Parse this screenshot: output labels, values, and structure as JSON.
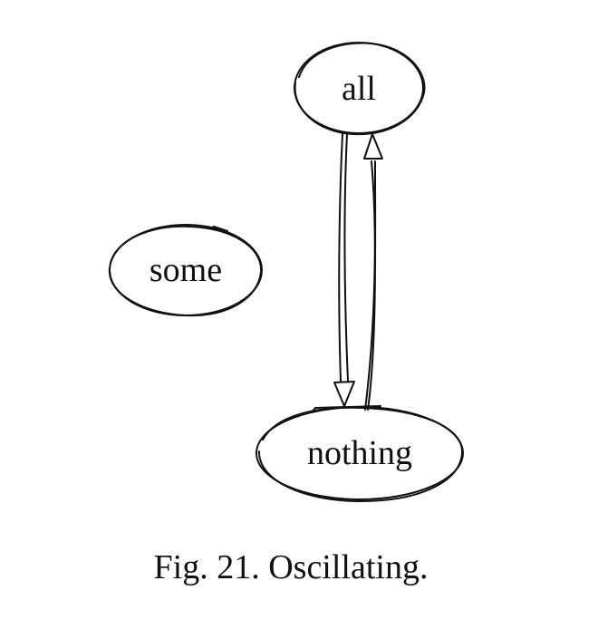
{
  "diagram": {
    "nodes": {
      "all": {
        "label": "all"
      },
      "some": {
        "label": "some"
      },
      "nothing": {
        "label": "nothing"
      }
    },
    "edges": [
      {
        "from": "all",
        "to": "nothing"
      },
      {
        "from": "nothing",
        "to": "all"
      }
    ],
    "caption": "Fig. 21. Oscillating."
  }
}
